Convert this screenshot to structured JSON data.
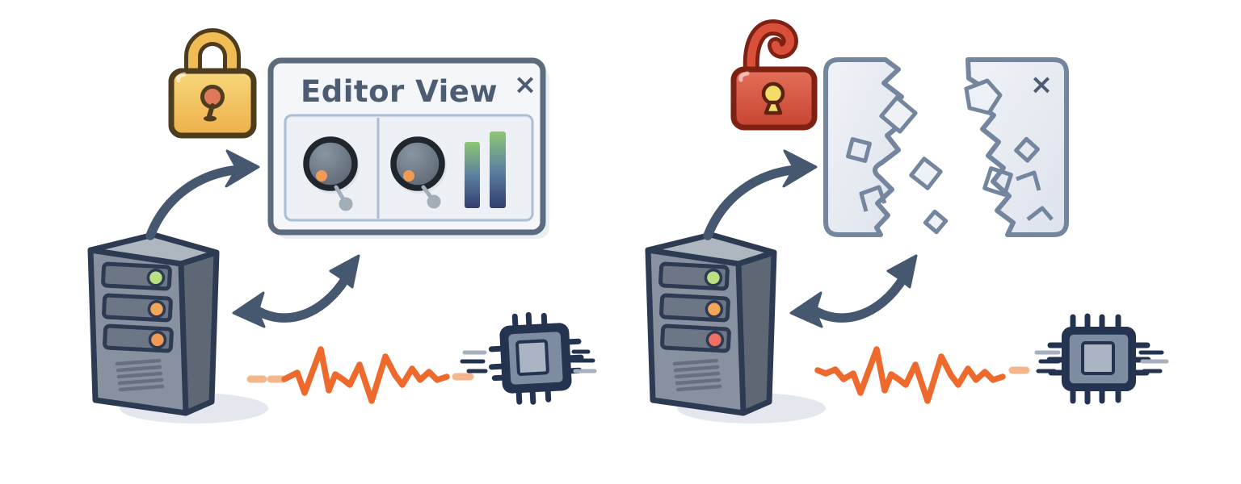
{
  "figure": {
    "description": "Two-scene cartoon diagram: a locked padlock with an intact Editor View window (secure sync between server and editor over a chip signal) versus an open red padlock with a shattered window (broken sync)."
  },
  "scenes": {
    "left": {
      "label": "locked-secure",
      "padlock": {
        "state": "locked",
        "body_color": "#f2bc55",
        "keyhole_color": "#df7a58"
      },
      "window": {
        "title": "Editor View",
        "close_glyph": "×",
        "knob_count": 2,
        "bar_count": 2
      },
      "server": {
        "leds": [
          "#b9e183",
          "#f2a65a",
          "#f09a55"
        ]
      },
      "signal_color": "#ed6a2c"
    },
    "right": {
      "label": "unlocked-broken",
      "padlock": {
        "state": "unlocked",
        "body_color": "#d8503a",
        "keyhole_color": "#f4dc6b"
      },
      "window": {
        "state": "shattered",
        "close_glyph": "×",
        "fragment_count": 9
      },
      "server": {
        "leds": [
          "#b9e183",
          "#f2a65a",
          "#ef7062"
        ]
      },
      "signal_color": "#ed6a2c"
    }
  },
  "colors": {
    "background": "#ffffff",
    "outline_navy": "#2c3a52",
    "arrow_slate": "#46586f",
    "window_border": "#5d6b7e",
    "window_fill": "#f4f6f9",
    "window_inner": "#edf1f6",
    "panel_stroke": "#aabfd6",
    "title_ink": "#4c5c73",
    "knob_ring": "#20262e",
    "knob_stem": "#a3aebb",
    "knob_dot": "#f09a52",
    "server_front": "#8791a0",
    "server_top": "#aeb6c0",
    "server_side": "#5e6875",
    "server_bay": "#6c7685",
    "shadow": "#e4e8ee",
    "signal_dash": "#f4b78c",
    "chip_dark": "#243450",
    "chip_body_fill": "#7e8ca2",
    "chip_core": "#aab4c2",
    "lock_gold": "#f2bc55",
    "lock_gold_outline": "#4d3d1e",
    "lock_red": "#d8503a",
    "lock_red_outline": "#7e2012",
    "broken_stroke": "#74869d",
    "bar_green": "#8cc773",
    "bar_navy": "#303d6f"
  }
}
